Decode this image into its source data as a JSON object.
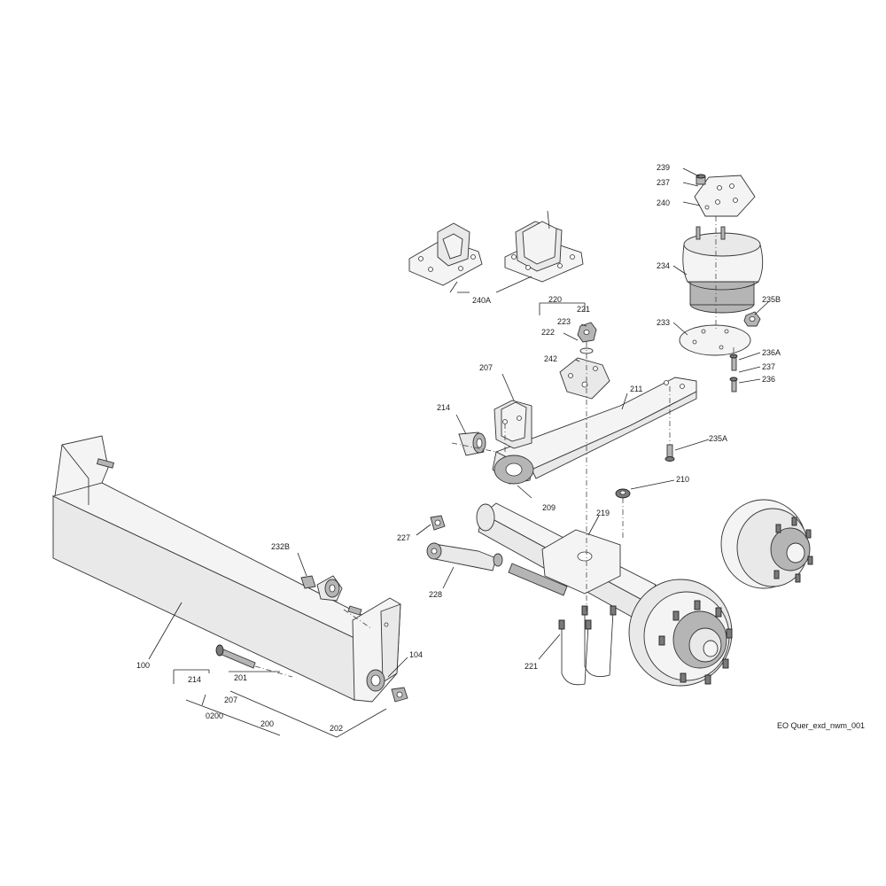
{
  "callouts": [
    {
      "id": "c239",
      "text": "239"
    },
    {
      "id": "c237a",
      "text": "237"
    },
    {
      "id": "c240",
      "text": "240"
    },
    {
      "id": "c240A",
      "text": "240A"
    },
    {
      "id": "c234",
      "text": "234"
    },
    {
      "id": "c235B",
      "text": "235B"
    },
    {
      "id": "c233",
      "text": "233"
    },
    {
      "id": "c220",
      "text": "220"
    },
    {
      "id": "c221a",
      "text": "221"
    },
    {
      "id": "c223",
      "text": "223"
    },
    {
      "id": "c222",
      "text": "222"
    },
    {
      "id": "c242",
      "text": "242"
    },
    {
      "id": "c207a",
      "text": "207"
    },
    {
      "id": "c211",
      "text": "211"
    },
    {
      "id": "c236A",
      "text": "236A"
    },
    {
      "id": "c237b",
      "text": "237"
    },
    {
      "id": "c236",
      "text": "236"
    },
    {
      "id": "c214a",
      "text": "214"
    },
    {
      "id": "c235A",
      "text": "235A"
    },
    {
      "id": "c210",
      "text": "210"
    },
    {
      "id": "c209",
      "text": "209"
    },
    {
      "id": "c219",
      "text": "219"
    },
    {
      "id": "c227",
      "text": "227"
    },
    {
      "id": "c232B",
      "text": "232B"
    },
    {
      "id": "c228",
      "text": "228"
    },
    {
      "id": "c100",
      "text": "100"
    },
    {
      "id": "c104",
      "text": "104"
    },
    {
      "id": "c221b",
      "text": "221"
    },
    {
      "id": "c214b",
      "text": "214"
    },
    {
      "id": "c201",
      "text": "201"
    },
    {
      "id": "c207b",
      "text": "207"
    },
    {
      "id": "c0200",
      "text": "0200"
    },
    {
      "id": "c200",
      "text": "200"
    },
    {
      "id": "c202",
      "text": "202"
    }
  ],
  "figure_id": "EO Quer_exd_nwm_001"
}
